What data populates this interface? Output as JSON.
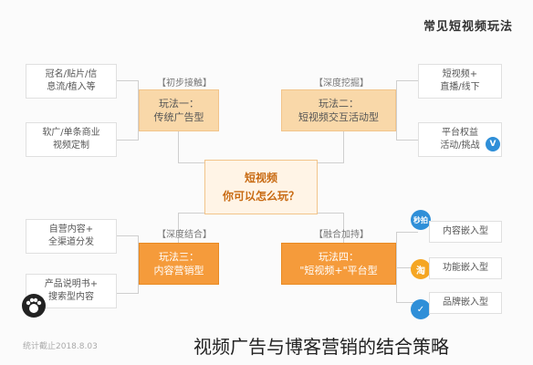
{
  "title": "常见短视频玩法",
  "center": {
    "line1": "短视频",
    "line2": "你可以怎么玩？"
  },
  "methods": [
    {
      "tag": "【初步接触】",
      "line1": "玩法一：",
      "line2": "传统广告型"
    },
    {
      "tag": "【深度挖掘】",
      "line1": "玩法二：",
      "line2": "短视频交互活动型"
    },
    {
      "tag": "【深度结合】",
      "line1": "玩法三：",
      "line2": "内容营销型"
    },
    {
      "tag": "【融合加持】",
      "line1": "玩法四：",
      "line2": "\"短视频+\"平台型"
    }
  ],
  "leaves_left_top": [
    {
      "line1": "冠名/贴片/信",
      "line2": "息流/植入等"
    },
    {
      "line1": "软广/单条商业",
      "line2": "视频定制"
    }
  ],
  "leaves_right_top": [
    {
      "line1": "短视频+",
      "line2": "直播/线下"
    },
    {
      "line1": "平台权益",
      "line2": "活动/挑战"
    }
  ],
  "leaves_left_bottom": [
    {
      "line1": "自营内容+",
      "line2": "全渠道分发"
    },
    {
      "line1": "产品说明书+",
      "line2": "搜索型内容"
    }
  ],
  "leaves_right_bottom": [
    {
      "label": "内容嵌入型",
      "icon": "秒拍"
    },
    {
      "label": "功能嵌入型",
      "icon": "淘"
    },
    {
      "label": "品牌嵌入型",
      "icon": "✓"
    }
  ],
  "footer_note": "统计截止2018.8.03",
  "caption": "视频广告与博客营销的结合策略",
  "colors": {
    "light": "#f9d8a9",
    "dark": "#f59b3b",
    "accent": "#2f8fd8"
  }
}
